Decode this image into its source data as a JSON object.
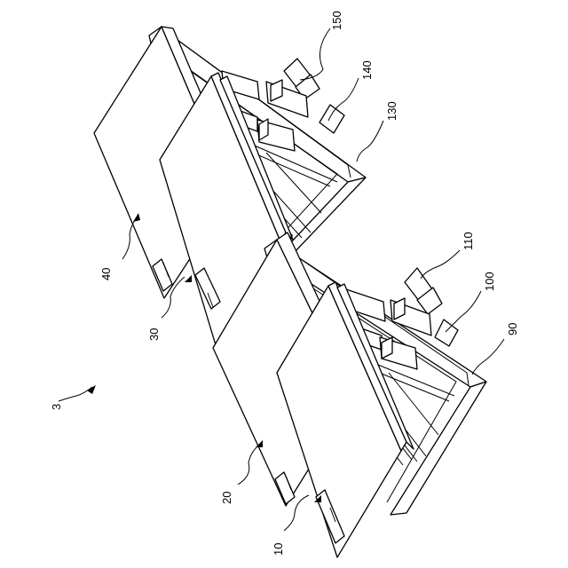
{
  "figure": {
    "assembly_label": "3",
    "reference_numerals": [
      {
        "id": "label-150",
        "text": "150"
      },
      {
        "id": "label-140",
        "text": "140"
      },
      {
        "id": "label-130",
        "text": "130"
      },
      {
        "id": "label-110",
        "text": "110"
      },
      {
        "id": "label-100",
        "text": "100"
      },
      {
        "id": "label-90",
        "text": "90"
      },
      {
        "id": "label-40",
        "text": "40"
      },
      {
        "id": "label-30",
        "text": "30"
      },
      {
        "id": "label-20",
        "text": "20"
      },
      {
        "id": "label-10",
        "text": "10"
      }
    ]
  }
}
